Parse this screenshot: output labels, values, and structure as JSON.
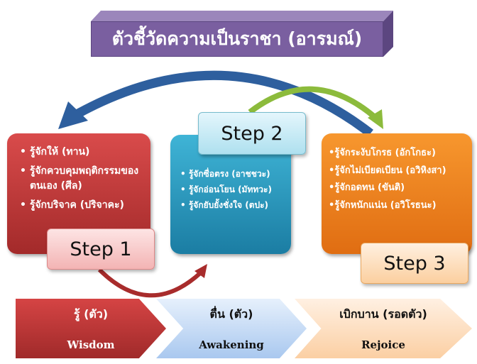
{
  "title": "ตัวชี้วัดความเป็นราชา (อารมณ์)",
  "step1": {
    "label": "Step 1",
    "items": [
      "รู้จักให้ (ทาน)",
      "รู้จักควบคุมพฤติกรรมของตนเอง (ศีล)",
      "รู้จักบริจาค (ปริจาคะ)"
    ]
  },
  "step2": {
    "label": "Step 2",
    "items": [
      "รู้จักซื่อตรง (อาชชวะ)",
      "รู้จักอ่อนโยน (มัททวะ)",
      "รู้จักยับยั้งชั่งใจ (ตปะ)"
    ]
  },
  "step3": {
    "label": "Step 3",
    "items": [
      "•รู้จักระงับโกรธ (อักโกธะ)",
      "•รู้จักไม่เบียดเบียน (อวิหิงสา)",
      "•รู้จักอดทน (ขันติ)",
      "•รู้จักหนักแน่น (อวิโรธนะ)"
    ]
  },
  "stages": [
    {
      "thai": "รู้ (ตัว)",
      "english": "Wisdom"
    },
    {
      "thai": "ตื่น (ตัว)",
      "english": "Awakening"
    },
    {
      "thai": "เบิกบาน (รอดตัว)",
      "english": "Rejoice"
    }
  ]
}
